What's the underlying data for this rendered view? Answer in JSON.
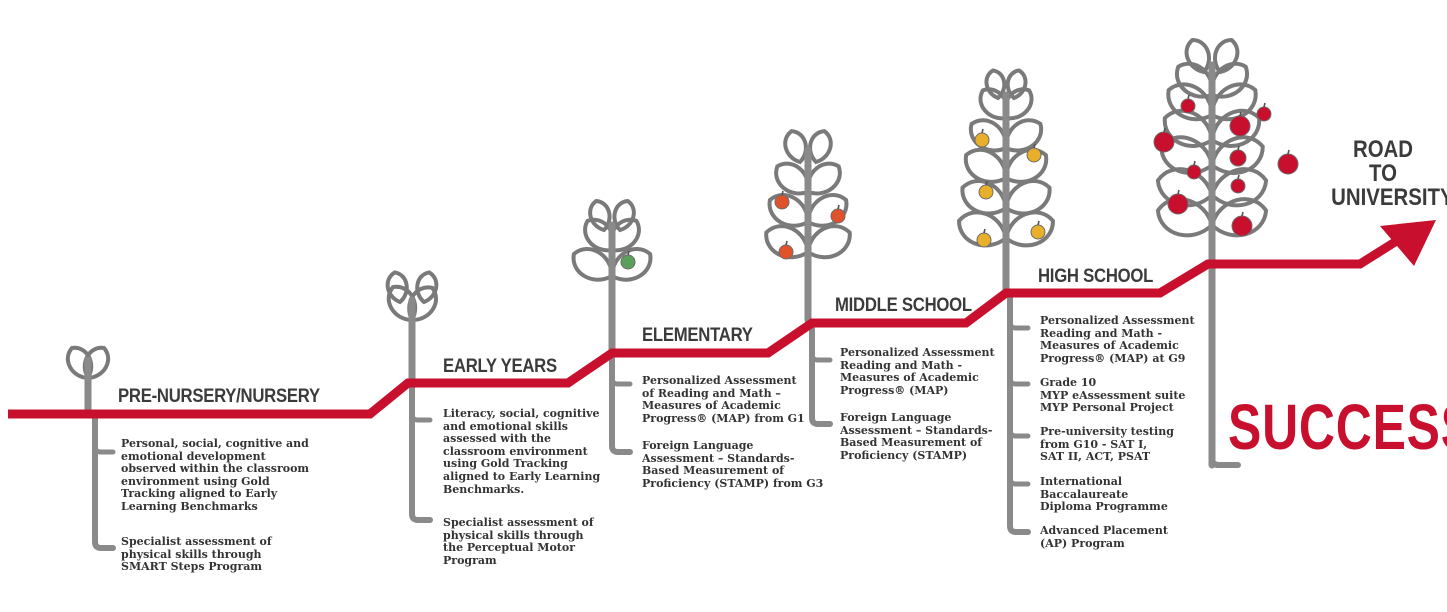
{
  "colors": {
    "road": "#c8102e",
    "trunk": "#8a8a8a",
    "leaf": "#7a7a7a",
    "text": "#333333",
    "fruit_green": "#5aa05a",
    "fruit_orange": "#e0522a",
    "fruit_yellow": "#e8b02a",
    "fruit_red": "#c8102e"
  },
  "stages": [
    {
      "title": "PRE-NURSERY/NURSERY",
      "items": [
        [
          "Personal, social, cognitive and",
          "emotional development",
          "observed within the classroom",
          "environment using Gold",
          "Tracking aligned to Early",
          "Learning Benchmarks"
        ],
        [
          "Specialist assessment of",
          "physical skills through",
          "SMART Steps Program"
        ]
      ]
    },
    {
      "title": "EARLY YEARS",
      "items": [
        [
          "Literacy, social, cognitive",
          "and emotional skills",
          "assessed with the",
          "classroom environment",
          "using Gold Tracking",
          "aligned to Early Learning",
          "Benchmarks."
        ],
        [
          "Specialist assessment of",
          "physical skills through",
          "the Perceptual Motor",
          "Program"
        ]
      ]
    },
    {
      "title": "ELEMENTARY",
      "items": [
        [
          "Personalized Assessment",
          "of Reading and Math –",
          "Measures of Academic",
          "Progress® (MAP) from G1"
        ],
        [
          "Foreign Language",
          "Assessment – Standards-",
          "Based Measurement of",
          "Proficiency (STAMP) from G3"
        ]
      ]
    },
    {
      "title": "MIDDLE SCHOOL",
      "items": [
        [
          "Personalized Assessment",
          "Reading and Math -",
          "Measures of Academic",
          "Progress® (MAP)"
        ],
        [
          "Foreign Language",
          "Assessment – Standards-",
          "Based Measurement of",
          "Proficiency (STAMP)"
        ]
      ]
    },
    {
      "title": "HIGH SCHOOL",
      "items": [
        [
          "Personalized Assessment",
          "Reading and Math -",
          "Measures of Academic",
          "Progress® (MAP) at G9"
        ],
        [
          "Grade 10",
          "MYP eAssessment suite",
          "MYP Personal Project"
        ],
        [
          "Pre-university testing",
          "from G10 - SAT I,",
          "SAT II, ACT, PSAT"
        ],
        [
          "International",
          "Baccalaureate",
          "Diploma Programme"
        ],
        [
          "Advanced Placement",
          "(AP) Program"
        ]
      ]
    }
  ],
  "road_label": [
    "ROAD",
    "TO",
    "UNIVERSITY"
  ],
  "success_label": "SUCCESS"
}
